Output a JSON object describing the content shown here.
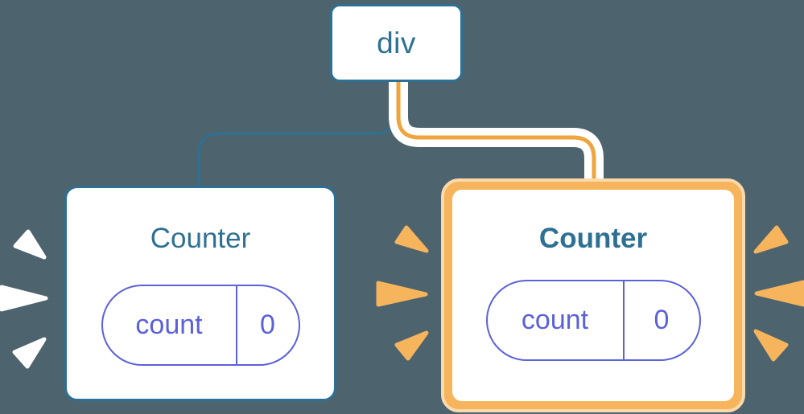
{
  "diagram": {
    "description": "React component tree: a div root with two Counter children; the second Counter is highlighted with an orange border and burst marks",
    "background_color": "#4D636E",
    "root": {
      "label": "div"
    },
    "children": [
      {
        "title": "Counter",
        "state_name": "count",
        "state_value": "0",
        "highlighted": false
      },
      {
        "title": "Counter",
        "state_name": "count",
        "state_value": "0",
        "highlighted": true
      }
    ],
    "colors": {
      "background": "#4D636E",
      "blue": "#2E7093",
      "purple": "#5B61D9",
      "orange": "#F6B55C",
      "orange_light": "#FAD9AC",
      "orange_stroke": "#EFA53E",
      "white": "#FFFFFF"
    }
  }
}
